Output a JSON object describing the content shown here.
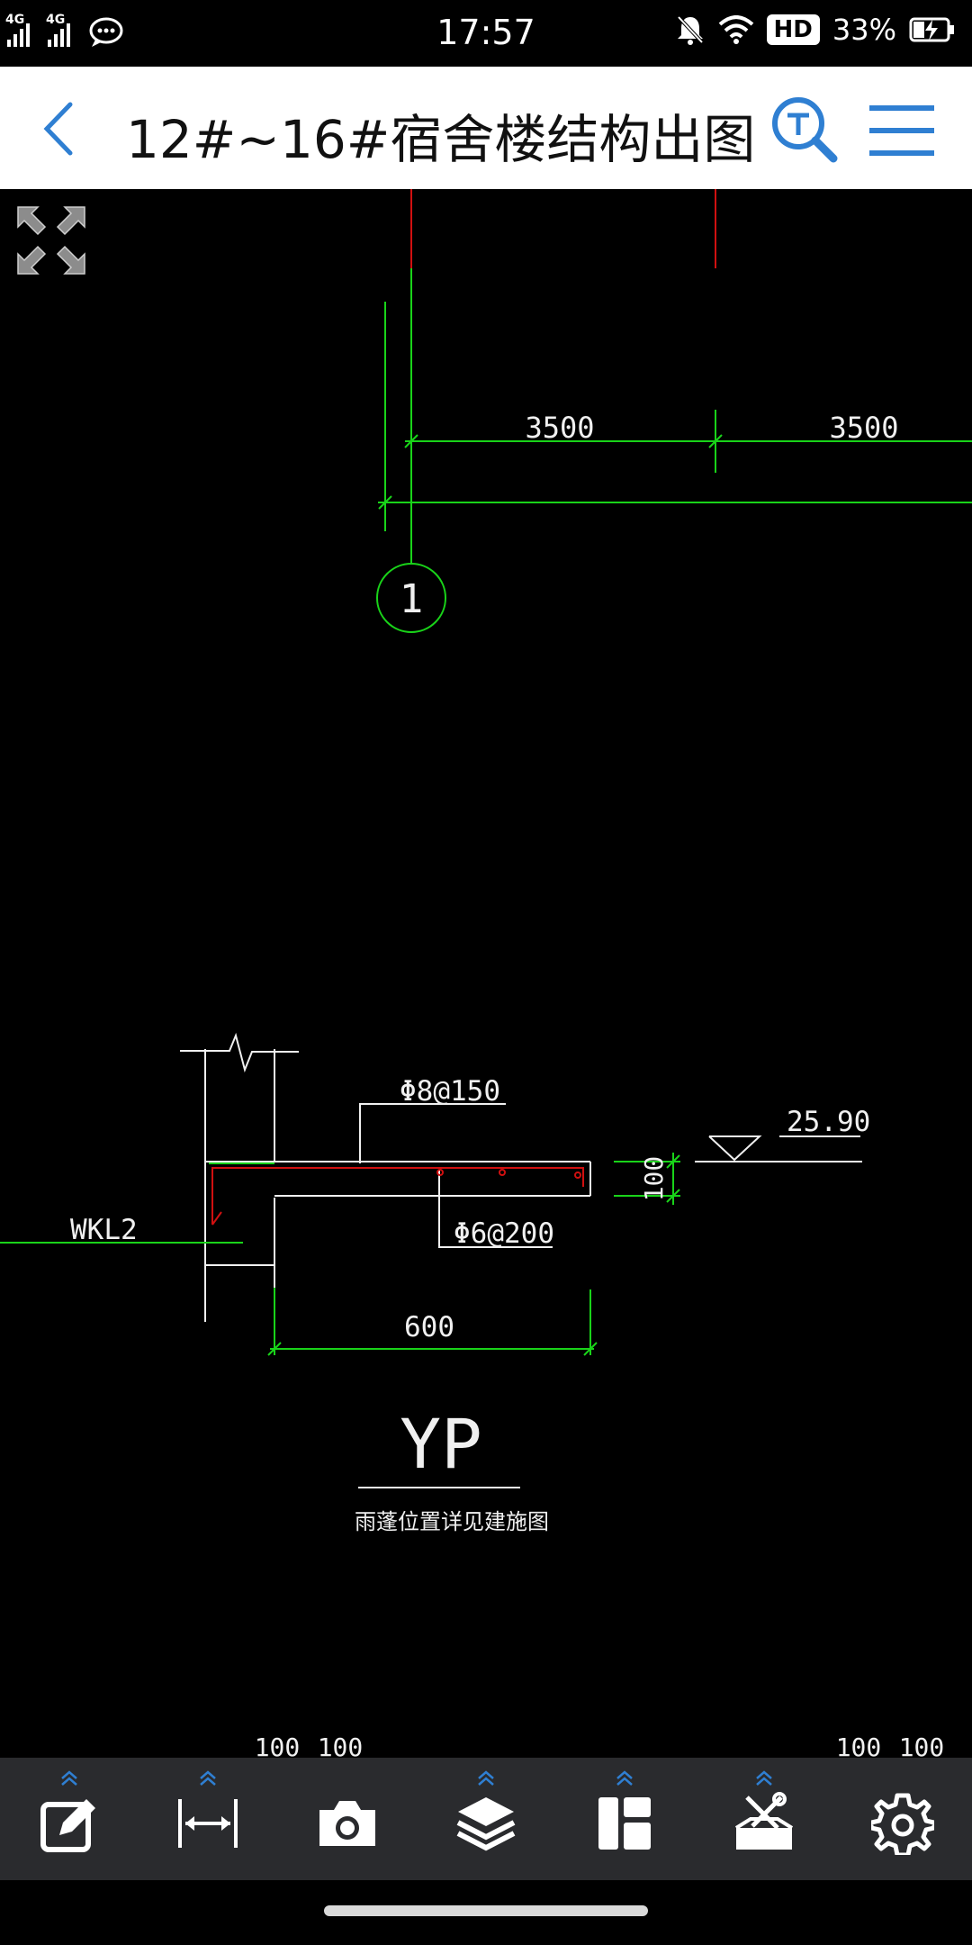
{
  "status_bar": {
    "network1": "4G",
    "network2": "4G",
    "time": "17:57",
    "hd": "HD",
    "battery": "33%"
  },
  "header": {
    "title": "12#~16#宿舍楼结构出图"
  },
  "drawing": {
    "dim_left": "3500",
    "dim_right": "3500",
    "grid_axis": "1",
    "rebar_top": "Φ8@150",
    "rebar_bottom": "Φ6@200",
    "elevation": "25.90",
    "thickness": "100",
    "beam_label": "WKL2",
    "width_dim": "600",
    "detail_title": "YP",
    "detail_note": "雨蓬位置详见建施图",
    "bottom_dims": [
      "100",
      "100",
      "100",
      "100"
    ]
  },
  "toolbar": {
    "items": [
      "annotate",
      "measure",
      "screenshot",
      "layers",
      "layout",
      "tools",
      "settings"
    ]
  },
  "colors": {
    "accent": "#2f7fd2",
    "cad_green": "#19d319",
    "cad_red": "#d01010",
    "cad_white": "#f0f0f0",
    "toolbar_bg": "#2a2b2e"
  }
}
